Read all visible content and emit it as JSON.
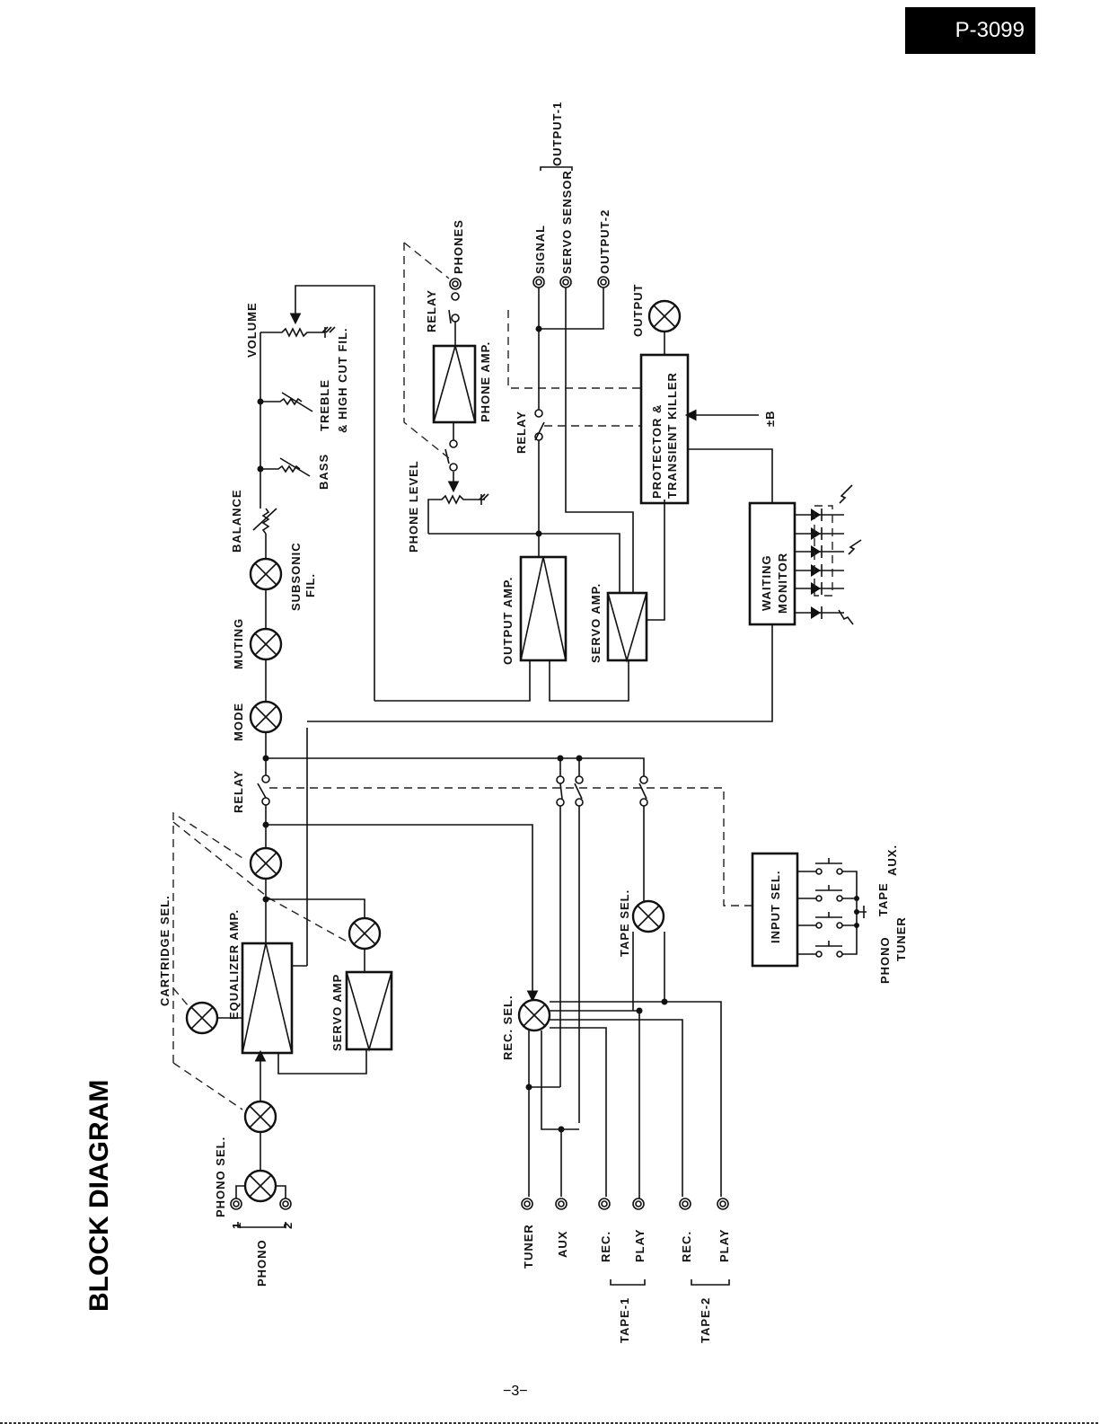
{
  "header": {
    "page_code": "P-3099",
    "title": "BLOCK DIAGRAM"
  },
  "footer": {
    "page_number": "−3−"
  },
  "colors": {
    "ink": "#111111",
    "background": "#ffffff",
    "tag_bg": "#000000",
    "tag_fg": "#ffffff"
  },
  "labels": {
    "phono": "PHONO",
    "phono_1": "1",
    "phono_2": "2",
    "phono_sel": "PHONO SEL.",
    "cartridge_sel": "CARTRIDGE SEL.",
    "equalizer_amp": "EQUALIZER AMP.",
    "servo_amp_eq": "SERVO AMP",
    "relay_main": "RELAY",
    "mode": "MODE",
    "muting": "MUTING",
    "balance": "BALANCE",
    "subsonic": "SUBSONIC",
    "subsonic_fil": "FIL.",
    "bass": "BASS",
    "treble": "TREBLE",
    "high_cut": "& HIGH CUT FIL.",
    "volume": "VOLUME",
    "phone_level": "PHONE LEVEL",
    "phone_amp": "PHONE AMP.",
    "relay_phone": "RELAY",
    "phones": "PHONES",
    "output_amp": "OUTPUT AMP.",
    "servo_amp_out": "SERVO AMP.",
    "relay_out": "RELAY",
    "signal": "SIGNAL",
    "servo_sensor": "SERVO SENSOR",
    "output_1": "OUTPUT-1",
    "output_2": "OUTPUT-2",
    "output": "OUTPUT",
    "protector_1": "PROTECTOR &",
    "protector_2": "TRANSIENT KILLER",
    "plus_minus_b": "±B",
    "waiting_1": "WAITING",
    "waiting_2": "MONITOR",
    "rec_sel": "REC. SEL.",
    "tape_sel": "TAPE SEL.",
    "input_sel": "INPUT SEL.",
    "sel_phono": "PHONO",
    "sel_tuner": "TUNER",
    "sel_tape": "TAPE",
    "sel_aux": "AUX.",
    "tuner": "TUNER",
    "aux": "AUX",
    "rec1": "REC.",
    "play1": "PLAY",
    "tape1": "TAPE-1",
    "rec2": "REC.",
    "play2": "PLAY",
    "tape2": "TAPE-2"
  }
}
